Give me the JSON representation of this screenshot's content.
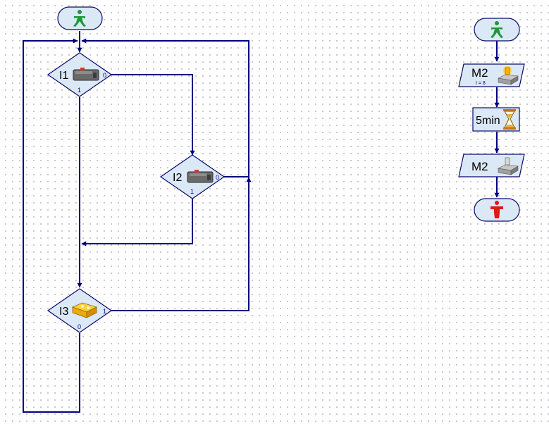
{
  "program": {
    "left_flow": {
      "nodes": [
        {
          "id": "start",
          "type": "start"
        },
        {
          "id": "branch_i1",
          "type": "branch",
          "label": "I1",
          "sensor_icon": "push-button-icon",
          "out_yes": "1",
          "out_no": "0"
        },
        {
          "id": "branch_i2",
          "type": "branch",
          "label": "I2",
          "sensor_icon": "push-button-icon",
          "out_yes": "1",
          "out_no": "0"
        },
        {
          "id": "branch_i3",
          "type": "branch",
          "label": "I3",
          "sensor_icon": "yellow-sensor-icon",
          "out_yes": "1",
          "out_no": "0"
        }
      ]
    },
    "right_flow": {
      "nodes": [
        {
          "id": "start",
          "type": "start"
        },
        {
          "id": "motor_on",
          "type": "output",
          "label": "M2",
          "sublabel": "I = 8",
          "icon": "motor-on-icon"
        },
        {
          "id": "wait",
          "type": "delay",
          "label": "5min",
          "icon": "hourglass-icon"
        },
        {
          "id": "motor_off",
          "type": "output",
          "label": "M2",
          "icon": "motor-off-icon"
        },
        {
          "id": "end",
          "type": "end"
        }
      ]
    }
  },
  "colors": {
    "wire": "#00007f",
    "block_fill": "#dbe8f6",
    "block_border": "#0a0a6a",
    "start_figure": "#1a9a3a",
    "end_figure": "#e01818",
    "grid_dot": "#b8b8c8"
  }
}
